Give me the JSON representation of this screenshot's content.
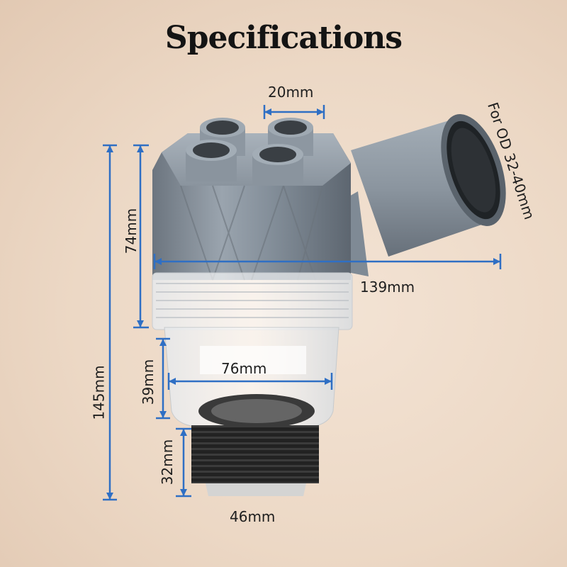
{
  "title": "Specifications",
  "dimensions": {
    "port_spacing": "20mm",
    "outlet_od": "For OD 32-40mm",
    "upper_height": "74mm",
    "total_width": "139mm",
    "total_height": "145mm",
    "bowl_height": "39mm",
    "bowl_width": "76mm",
    "thread_height": "32mm",
    "thread_diameter": "46mm"
  },
  "colors": {
    "background": "#ecd8c5",
    "dimension_line": "#2f6fc4",
    "body_gray": "#7d8893",
    "thread_black": "#1c1c1c"
  }
}
